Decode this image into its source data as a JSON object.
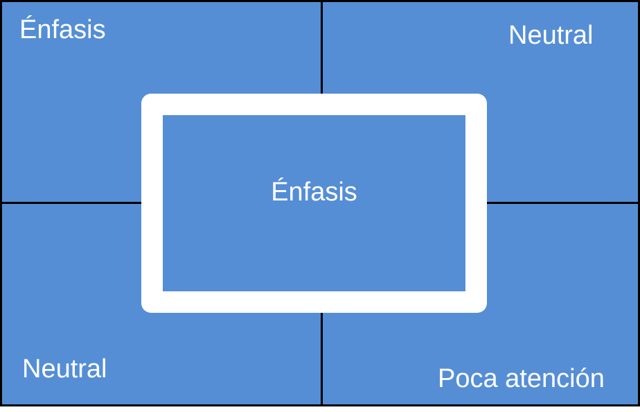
{
  "colors": {
    "fill": "#558ed5",
    "divider": "#000000",
    "frame": "#ffffff",
    "text": "#ffffff"
  },
  "quadrants": {
    "top_left": "Énfasis",
    "top_right": "Neutral",
    "bottom_left": "Neutral",
    "bottom_right": "Poca atención"
  },
  "center": {
    "label": "Énfasis"
  }
}
